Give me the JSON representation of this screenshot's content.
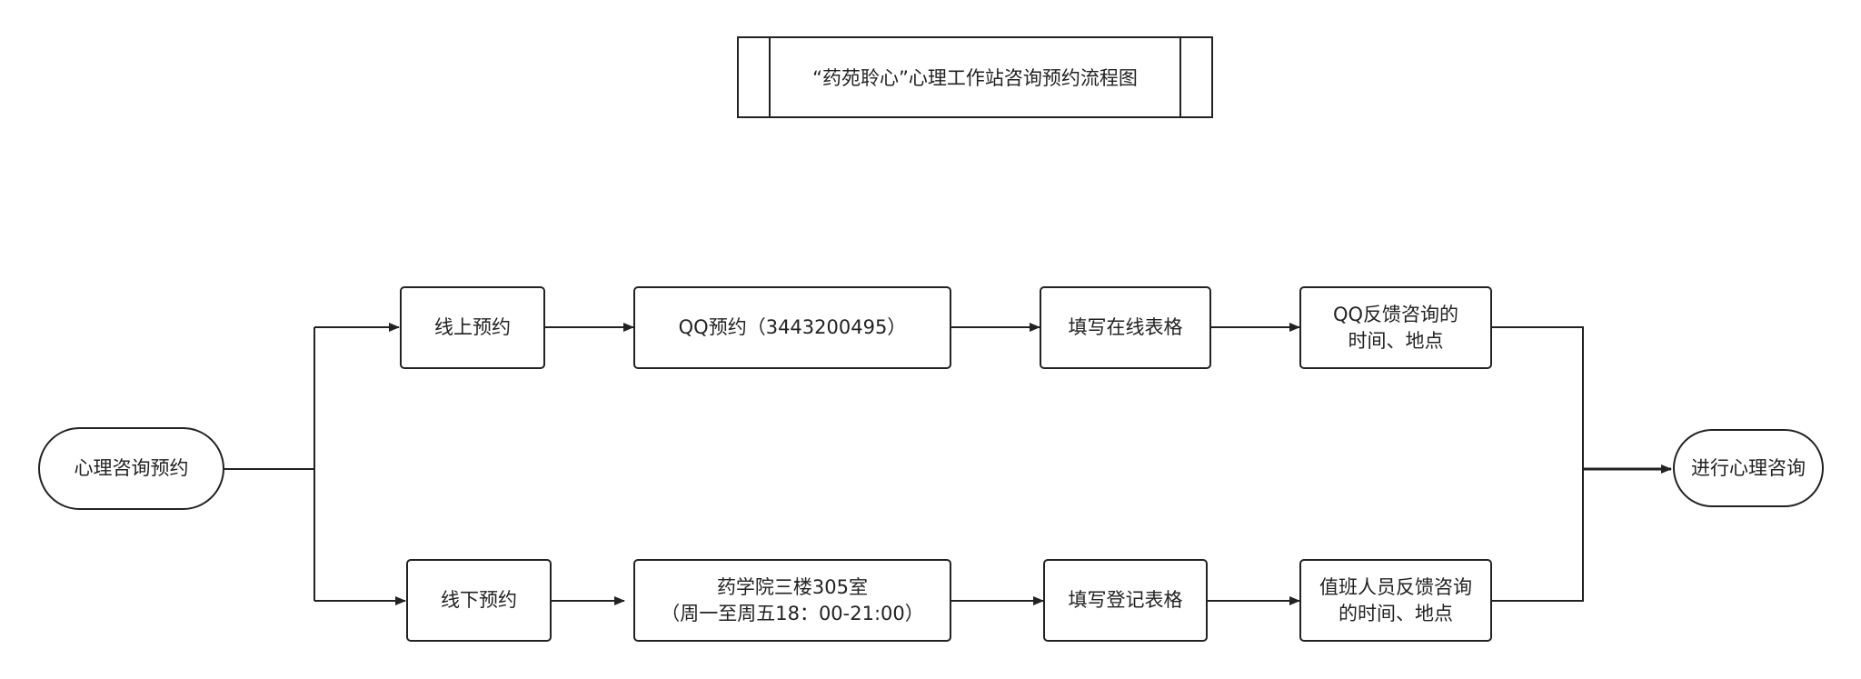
{
  "title": "“药苑聆心”心理工作站咨询预约流程图",
  "start": "心理咨询预约",
  "end": "进行心理咨询",
  "online": {
    "branch": "线上预约",
    "step1": "QQ预约（3443200495）",
    "step2": "填写在线表格",
    "step3": "QQ反馈咨询的\n时间、地点"
  },
  "offline": {
    "branch": "线下预约",
    "step1": "药学院三楼305室\n（周一至周五18：00-21:00）",
    "step2": "填写登记表格",
    "step3": "值班人员反馈咨询\n的时间、地点"
  },
  "colors": {
    "stroke": "#222222",
    "background": "#ffffff"
  }
}
